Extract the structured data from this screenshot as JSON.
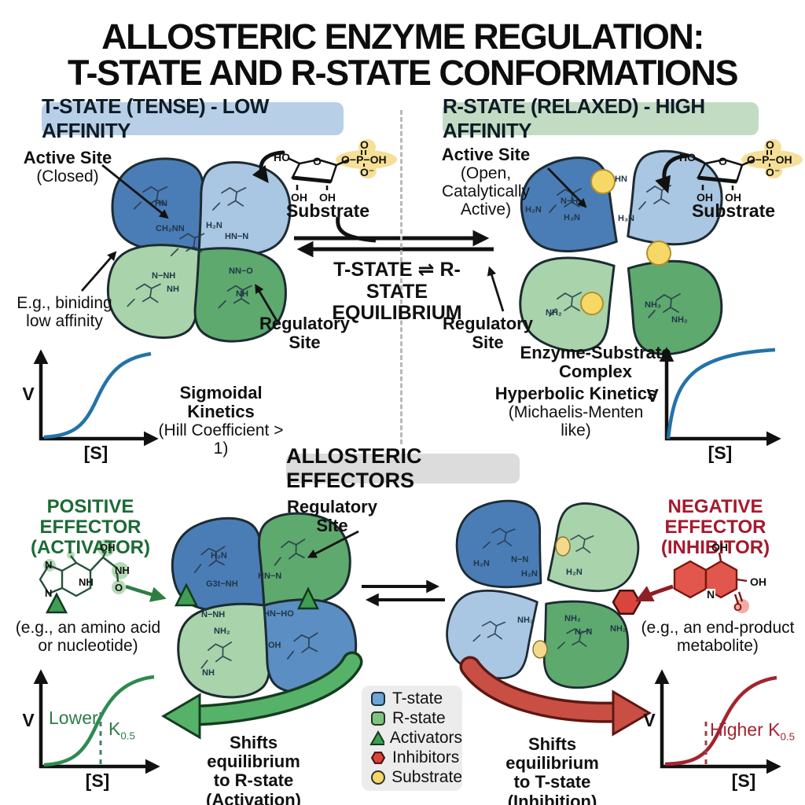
{
  "title": {
    "line1": "ALLOSTERIC ENZYME REGULATION:",
    "line2": "T-STATE AND R-STATE CONFORMATIONS"
  },
  "panels": {
    "t": {
      "header": "T-STATE (TENSE) - LOW AFFINITY",
      "active_site_label": "Active Site",
      "active_site_sub": "(Closed)",
      "binding_note_line1": "E.g., biniding",
      "binding_note_line2": "low affinity",
      "regulatory_line1": "Regulatory",
      "regulatory_line2": "Site",
      "kinetics_title": "Sigmoidal Kinetics",
      "kinetics_sub": "(Hill Coefficient > 1)"
    },
    "r": {
      "header": "R-STATE (RELAXED) - HIGH AFFINITY",
      "active_site_label": "Active Site",
      "active_site_sub_line1": "(Open, Catalytically",
      "active_site_sub_line2": "Active)",
      "regulatory_line1": "Regulatory",
      "regulatory_line2": "Site",
      "complex_line1": "Enzyme-Substrate",
      "complex_line2": "Complex",
      "kinetics_title": "Hyperbolic Kinetics",
      "kinetics_sub": "(Michaelis-Menten like)"
    }
  },
  "equilibrium": {
    "line1": "T-STATE ⇌ R-STATE",
    "line2": "EQUILIBRIUM"
  },
  "effectors": {
    "banner": "ALLOSTERIC EFFECTORS",
    "regulatory_line1": "Regulatory",
    "regulatory_line2": "Site",
    "positive": {
      "title_line1": "POSITIVE EFFECTOR",
      "title_line2": "(ACTIVATOR)",
      "example_line1": "(e.g., an amino acid",
      "example_line2": "or nucleotide)",
      "shift_line1": "Shifts equilibrium",
      "shift_line2": "to R-state",
      "shift_line3": "(Activation)",
      "k_label": "Lower",
      "k": "K",
      "k_sub": "0.5"
    },
    "negative": {
      "title_line1": "NEGATIVE EFFECTOR",
      "title_line2": "(INHIBITOR)",
      "example_line1": "(e.g., an end-product",
      "example_line2": "metabolite)",
      "shift_line1": "Shifts equilibrium",
      "shift_line2": "to T-state",
      "shift_line3": "(Inhibition)",
      "k_label": "Higher",
      "k": "K",
      "k_sub": "0.5"
    }
  },
  "axes": {
    "y": "V",
    "x": "[S]"
  },
  "legend": {
    "items": [
      {
        "shape": "rounded-square",
        "color": "#6ca4d4",
        "label": "T-state"
      },
      {
        "shape": "rounded-square",
        "color": "#82c17f",
        "label": "R-state"
      },
      {
        "shape": "triangle",
        "color": "#3f9e53",
        "label": "Activators"
      },
      {
        "shape": "hexagon",
        "color": "#d8453c",
        "label": "Inhibitors"
      },
      {
        "shape": "circle",
        "color": "#f6d964",
        "label": "Substrate"
      }
    ]
  },
  "molecules": {
    "substrate": {
      "label": "Substrate",
      "ho": "HO",
      "ring_o": "O",
      "phosphate": "O−P−OH",
      "o_top": "O",
      "o_minus": "O⁻",
      "oh1": "OH",
      "oh2": "OH"
    },
    "activator": {
      "n1": "N",
      "n2": "N",
      "nh_ring": "NH",
      "oh": "OH",
      "nh": "NH",
      "o": "O"
    },
    "inhibitor": {
      "oh_top": "OH",
      "n": "N",
      "oh_right": "OH",
      "o": "O"
    }
  },
  "chem": {
    "t": [
      "HN",
      "CH₂NN",
      "H₂N",
      "HN−N",
      "N−NH",
      "NH",
      "NN−O",
      "NH"
    ],
    "r": [
      "H₂N",
      "N−H",
      "H₃N",
      "HN",
      "H₃N",
      "NH₂",
      "NH₃",
      "NH₂"
    ],
    "bl": [
      "H₂N",
      "G3t−NH",
      "HN−N",
      "N−NH",
      "NH₂",
      "HN−HO",
      "OH",
      "NH"
    ],
    "br": [
      "H₂N",
      "N−N",
      "H₂N",
      "H₂N",
      "NH₃",
      "NH₂",
      "N−N",
      "NH₂"
    ]
  },
  "colors": {
    "t_header_bg": "#b7cfe7",
    "r_header_bg": "#c2dcc4",
    "banner_bg": "#dcdcdc",
    "legend_bg": "#ececec",
    "dark_blue": "#4a7db5",
    "light_blue": "#a9c6e2",
    "light_green": "#a9d3aa",
    "dark_green": "#5ea96d",
    "substrate_yellow": "#f6d964",
    "activator_green": "#3f9e53",
    "inhibitor_red": "#d8453c",
    "positive_text": "#1b6b35",
    "negative_text": "#a5192c",
    "curve_blue": "#2273a9",
    "curve_green": "#2e8b4f",
    "curve_red": "#a32430"
  }
}
